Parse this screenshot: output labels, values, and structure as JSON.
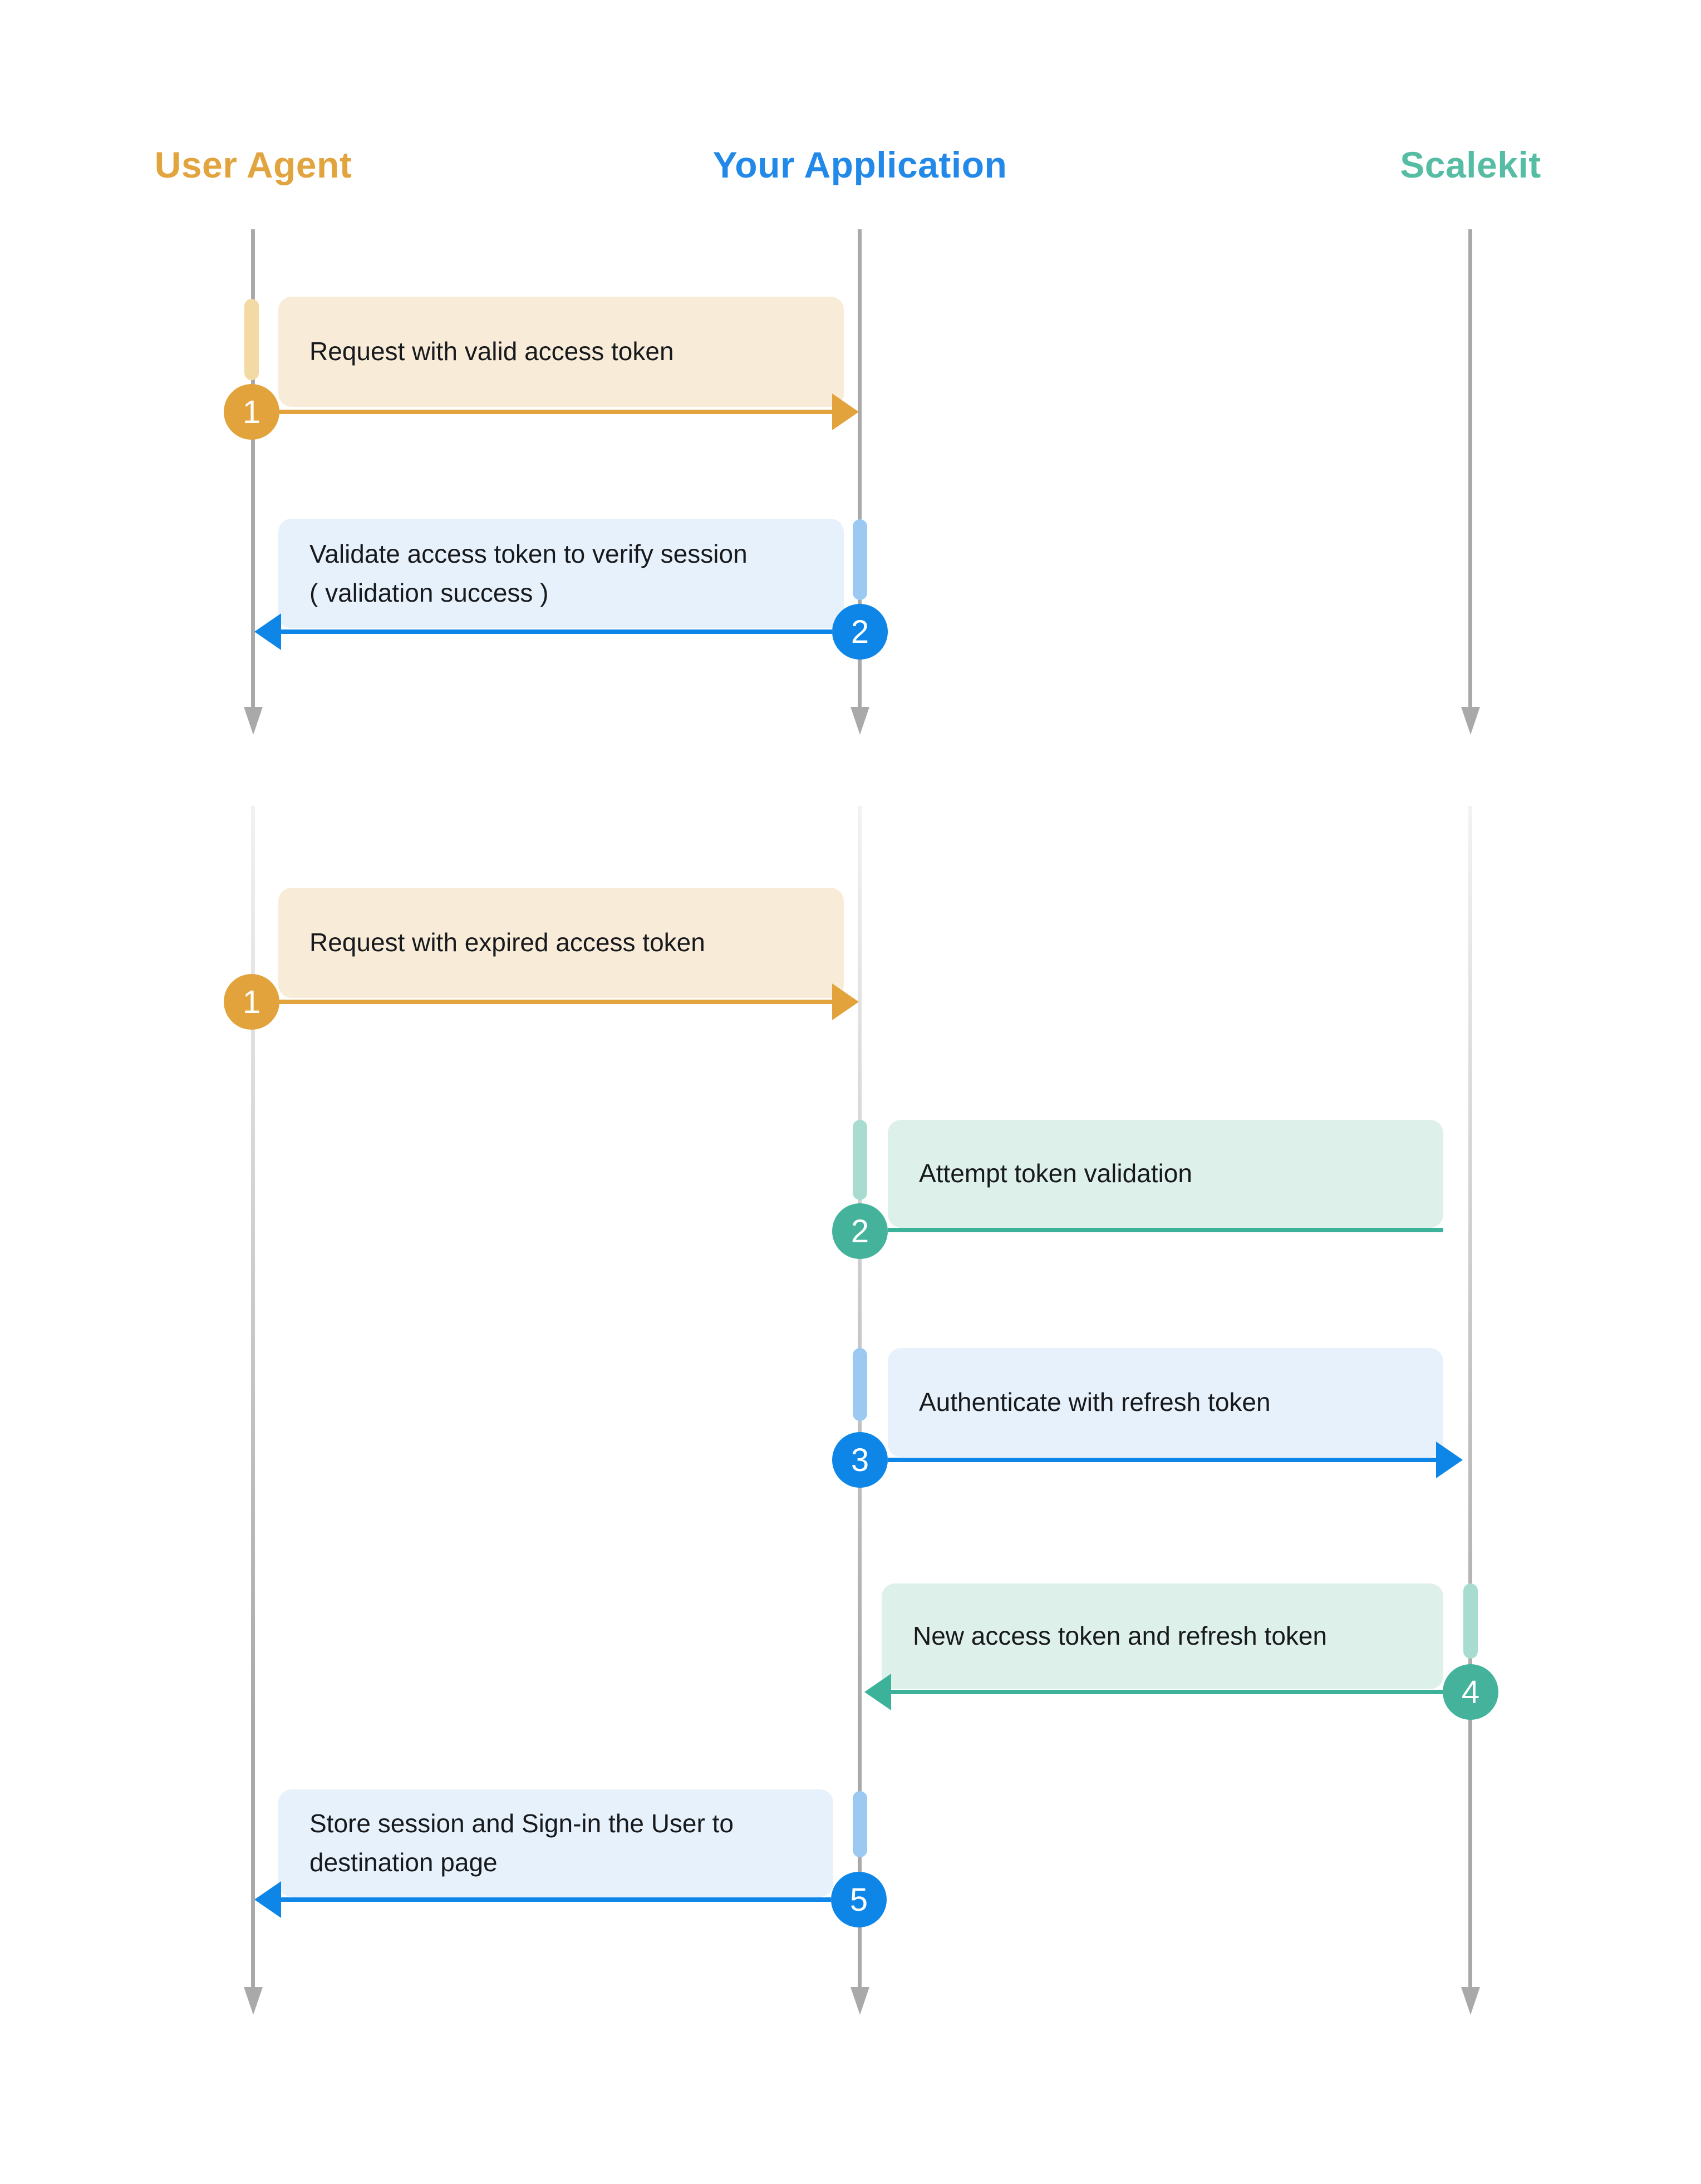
{
  "diagram": {
    "actors": [
      {
        "name": "User Agent",
        "color": "#E2A43F"
      },
      {
        "name": "Your Application",
        "color": "#2289E9"
      },
      {
        "name": "Scalekit",
        "color": "#56BCA4"
      }
    ],
    "sections": [
      {
        "messages": [
          {
            "num": "1",
            "theme": "orange",
            "from": "User Agent",
            "to": "Your Application",
            "lines": [
              "Request with valid access token"
            ]
          },
          {
            "num": "2",
            "theme": "blue",
            "from": "Your Application",
            "to": "User Agent",
            "lines": [
              "Validate access token to verify session",
              "( validation success )"
            ]
          }
        ]
      },
      {
        "messages": [
          {
            "num": "1",
            "theme": "orange",
            "from": "User Agent",
            "to": "Your Application",
            "lines": [
              "Request with expired access token"
            ]
          },
          {
            "num": "2",
            "theme": "teal",
            "from": "Your Application",
            "to": "Your Application",
            "lines": [
              "Attempt token validation"
            ]
          },
          {
            "num": "3",
            "theme": "blue",
            "from": "Your Application",
            "to": "Scalekit",
            "lines": [
              "Authenticate with refresh token"
            ]
          },
          {
            "num": "4",
            "theme": "teal",
            "from": "Scalekit",
            "to": "Your Application",
            "lines": [
              "New access token and refresh token"
            ]
          },
          {
            "num": "5",
            "theme": "blue",
            "from": "Your Application",
            "to": "User Agent",
            "lines": [
              "Store session and Sign-in the User to",
              "destination page"
            ]
          }
        ]
      }
    ],
    "colors": {
      "orange": "#E2A33C",
      "orange_bar": "#F3D9A4",
      "orange_box": "#F8ECD8",
      "blue": "#0E86E8",
      "blue_bar": "#9CC9F2",
      "blue_box": "#E6F1FB",
      "teal": "#45B39B",
      "teal_bar": "#A9DCD0",
      "teal_box": "#DEF0EA",
      "lifeline": "#A9A9A9"
    }
  }
}
